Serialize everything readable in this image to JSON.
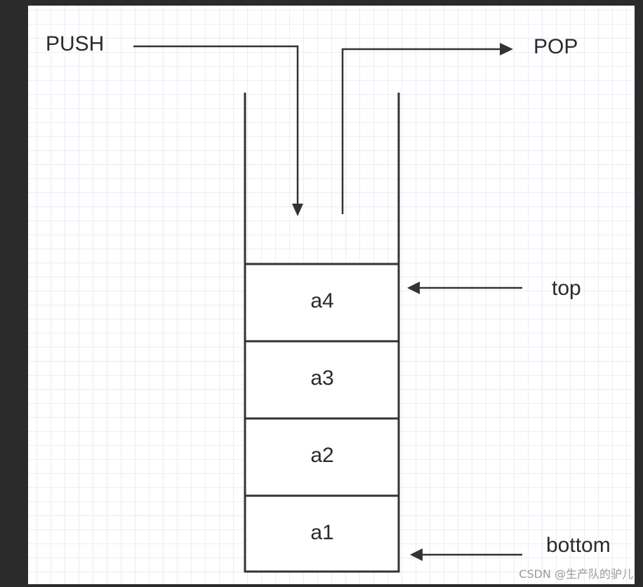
{
  "diagram": {
    "push_label": "PUSH",
    "pop_label": "POP",
    "top_label": "top",
    "bottom_label": "bottom",
    "cells": [
      "a4",
      "a3",
      "a2",
      "a1"
    ]
  },
  "watermark": "CSDN @生产队的驴儿",
  "colors": {
    "line": "#333333",
    "grid": "#ececf6",
    "outer_background": "#2b2b2b"
  }
}
